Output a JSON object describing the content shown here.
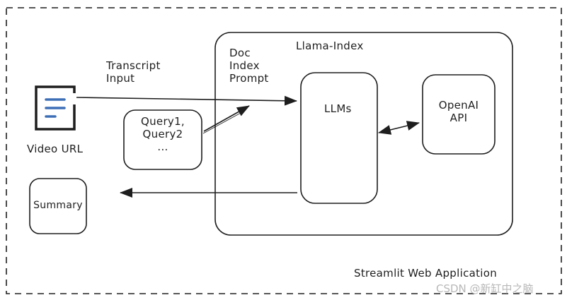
{
  "diagram": {
    "container_label": "Streamlit Web Application",
    "llama_index_label": "Llama-Index",
    "video_label": "Video URL",
    "transcript_label": "Transcript\nInput",
    "queries_label": "Query1,\nQuery2\n...",
    "doc_index_label": "Doc\nIndex\nPrompt",
    "llms_label": "LLMs",
    "openai_label": "OpenAI\nAPI",
    "summary_label": "Summary",
    "icon_color": "#3d6fb6",
    "stroke_color": "#1e1e1e"
  },
  "watermark": "CSDN @新缸中之脑"
}
